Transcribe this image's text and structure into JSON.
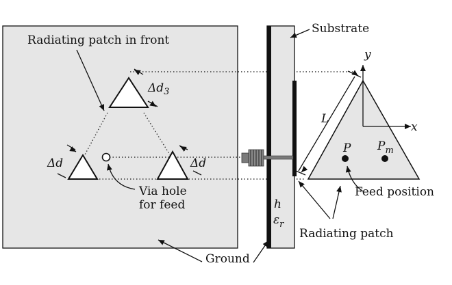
{
  "labels": {
    "radiating_front": "Radiating patch in front",
    "substrate": "Substrate",
    "via_line1": "Via hole",
    "via_line2": "for feed",
    "ground": "Ground",
    "radiating_patch": "Radiating patch",
    "feed_position": "Feed position"
  },
  "math": {
    "delta_d3_prefix": "Δd",
    "delta_d3_sub": "3",
    "delta_d_left": "Δd",
    "delta_d_right": "Δd",
    "L": "L",
    "y": "y",
    "x": "x",
    "P": "P",
    "Pm_main": "P",
    "Pm_sub": "m",
    "h": "h",
    "eps_main": "ε",
    "eps_sub": "r"
  },
  "colors": {
    "ground_fill": "#e6e6e6",
    "substrate_fill": "#e6e6e6",
    "conductor": "#111111",
    "feed_connector": "#7a7a7a"
  }
}
